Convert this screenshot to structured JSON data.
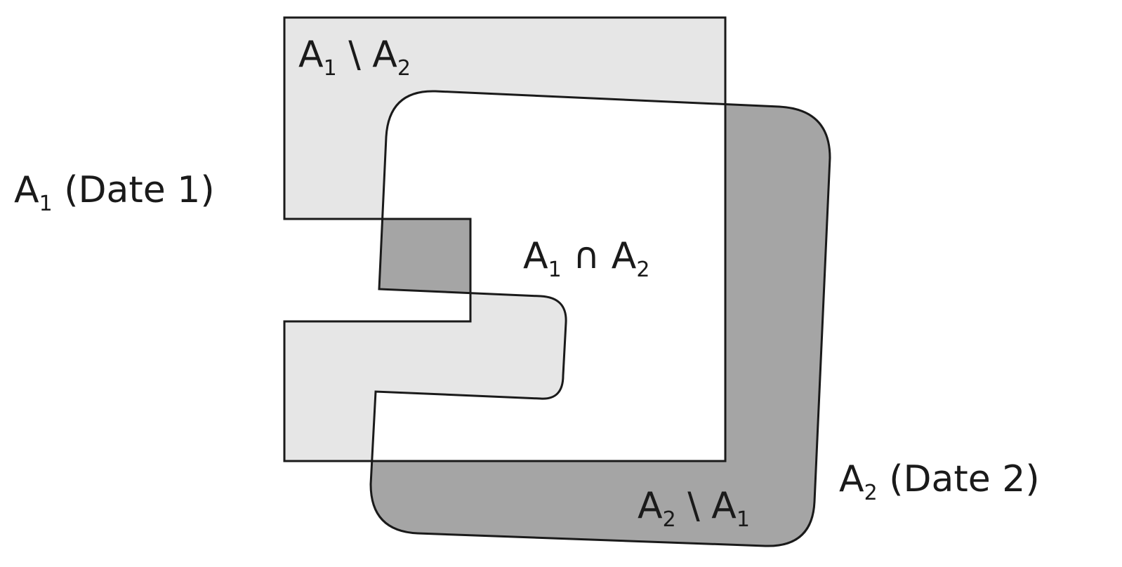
{
  "labels": {
    "a1_label": {
      "main": "A",
      "sub": "1",
      "rest": " (Date 1)"
    },
    "a2_label": {
      "main": "A",
      "sub": "2",
      "rest": " (Date 2)"
    },
    "a1_minus_a2": {
      "p1": "A",
      "s1": "1",
      "op": " \\ ",
      "p2": "A",
      "s2": "2"
    },
    "a2_minus_a1": {
      "p1": "A",
      "s1": "2",
      "op": " \\ ",
      "p2": "A",
      "s2": "1"
    },
    "a1_cap_a2": {
      "p1": "A",
      "s1": "1",
      "op": " ∩ ",
      "p2": "A",
      "s2": "2"
    }
  },
  "colors": {
    "a1_only": "#e6e6e6",
    "a2_only": "#a5a5a5",
    "intersection": "#ffffff",
    "stroke": "#1a1a1a"
  }
}
